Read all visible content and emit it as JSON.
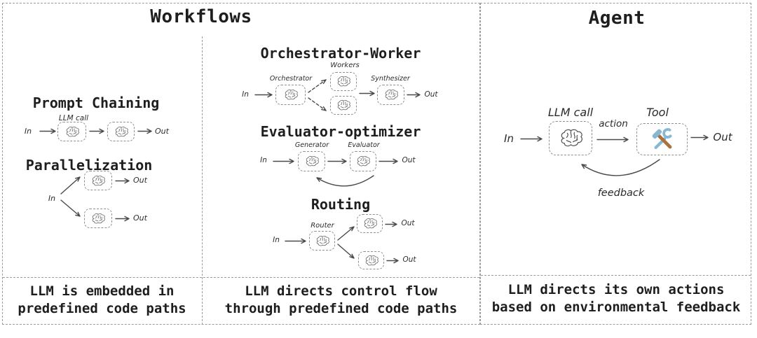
{
  "workflows": {
    "title": "Workflows",
    "prompt_chaining": {
      "title": "Prompt Chaining",
      "llm_call": "LLM call",
      "in": "In",
      "out": "Out"
    },
    "parallelization": {
      "title": "Parallelization",
      "in": "In",
      "out": "Out"
    },
    "orchestrator_worker": {
      "title": "Orchestrator-Worker",
      "in": "In",
      "out": "Out",
      "orchestrator": "Orchestrator",
      "workers": "Workers",
      "synthesizer": "Synthesizer"
    },
    "evaluator_optimizer": {
      "title": "Evaluator-optimizer",
      "in": "In",
      "out": "Out",
      "generator": "Generator",
      "evaluator": "Evaluator"
    },
    "routing": {
      "title": "Routing",
      "in": "In",
      "out": "Out",
      "router": "Router"
    }
  },
  "agent": {
    "title": "Agent",
    "in": "In",
    "out": "Out",
    "llm_call": "LLM call",
    "tool": "Tool",
    "action": "action",
    "feedback": "feedback"
  },
  "captions": {
    "workflows_left": [
      "LLM is embedded in",
      "predefined code paths"
    ],
    "workflows_middle": [
      "LLM directs control flow",
      "through predefined code paths"
    ],
    "agent": [
      "LLM directs its own actions",
      "based on environmental feedback"
    ]
  },
  "icons": {
    "node_icon": "brain-icon",
    "tool_icon": "hammer-wrench-icon"
  },
  "colors": {
    "background": "#ffffff",
    "dashed_border": "#9a9a9a",
    "text": "#1e1e1e",
    "hand_text": "#2b2b2b",
    "arrow": "#4a4a4a",
    "wrench_blue": "#85b8d4",
    "hammer_brown": "#a9713c"
  }
}
